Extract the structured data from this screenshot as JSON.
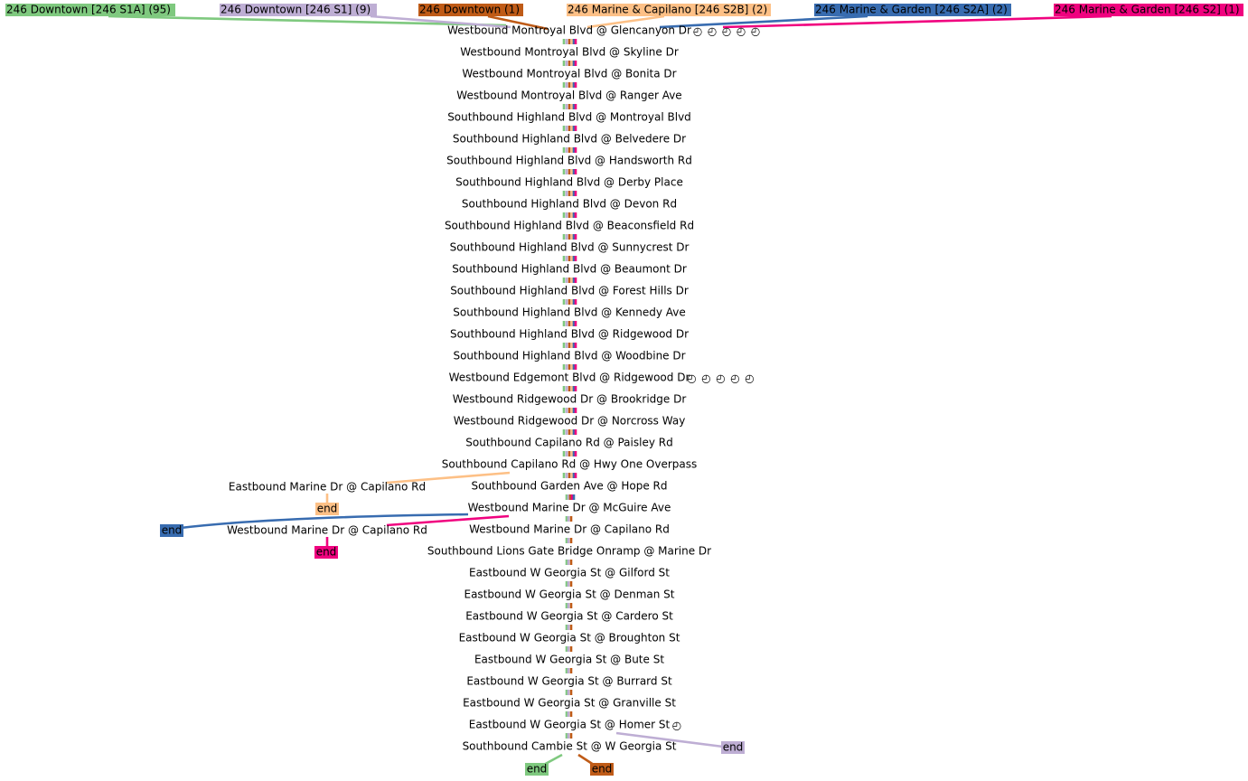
{
  "routes": [
    {
      "id": "s1a",
      "label": "246 Downtown [246 S1A] (95)",
      "color": "#7fc97f"
    },
    {
      "id": "s1",
      "label": "246 Downtown [246 S1] (9)",
      "color": "#beaed4"
    },
    {
      "id": "dt1",
      "label": "246 Downtown (1)",
      "color": "#bf5b17"
    },
    {
      "id": "s2b",
      "label": "246 Marine & Capilano [246 S2B] (2)",
      "color": "#fdc086"
    },
    {
      "id": "s2a",
      "label": "246 Marine & Garden [246 S2A] (2)",
      "color": "#386cb0"
    },
    {
      "id": "s2",
      "label": "246 Marine & Garden [246 S2] (1)",
      "color": "#f0027f"
    }
  ],
  "stops": [
    {
      "label": "Westbound Montroyal Blvd @ Glencanyon Dr",
      "timepoints": [
        "s1a",
        "s1",
        "s2b",
        "s2a",
        "s2"
      ]
    },
    {
      "label": "Westbound Montroyal Blvd @ Skyline Dr"
    },
    {
      "label": "Westbound Montroyal Blvd @ Bonita Dr"
    },
    {
      "label": "Westbound Montroyal Blvd @ Ranger Ave"
    },
    {
      "label": "Southbound Highland Blvd @ Montroyal Blvd"
    },
    {
      "label": "Southbound Highland Blvd @ Belvedere Dr"
    },
    {
      "label": "Southbound Highland Blvd @ Handsworth Rd"
    },
    {
      "label": "Southbound Highland Blvd @ Derby Place"
    },
    {
      "label": "Southbound Highland Blvd @ Devon Rd"
    },
    {
      "label": "Southbound Highland Blvd @ Beaconsfield Rd"
    },
    {
      "label": "Southbound Highland Blvd @ Sunnycrest Dr"
    },
    {
      "label": "Southbound Highland Blvd @ Beaumont Dr"
    },
    {
      "label": "Southbound Highland Blvd @ Forest Hills Dr"
    },
    {
      "label": "Southbound Highland Blvd @ Kennedy Ave"
    },
    {
      "label": "Southbound Highland Blvd @ Ridgewood Dr"
    },
    {
      "label": "Southbound Highland Blvd @ Woodbine Dr"
    },
    {
      "label": "Westbound Edgemont Blvd @ Ridgewood Dr",
      "timepoints": [
        "s1a",
        "s1",
        "s2b",
        "s2a",
        "s2"
      ]
    },
    {
      "label": "Westbound Ridgewood Dr @ Brookridge Dr"
    },
    {
      "label": "Westbound Ridgewood Dr @ Norcross Way"
    },
    {
      "label": "Southbound Capilano Rd @ Paisley Rd"
    },
    {
      "label": "Southbound Capilano Rd @ Hwy One Overpass"
    },
    {
      "label": "Southbound Garden Ave @ Hope Rd"
    },
    {
      "label": "Westbound Marine Dr @ McGuire Ave"
    },
    {
      "label": "Westbound Marine Dr @ Capilano Rd"
    },
    {
      "label": "Southbound Lions Gate Bridge Onramp @ Marine Dr"
    },
    {
      "label": "Eastbound W Georgia St @ Gilford St"
    },
    {
      "label": "Eastbound W Georgia St @ Denman St"
    },
    {
      "label": "Eastbound W Georgia St @ Cardero St"
    },
    {
      "label": "Eastbound W Georgia St @ Broughton St"
    },
    {
      "label": "Eastbound W Georgia St @ Bute St"
    },
    {
      "label": "Eastbound W Georgia St @ Burrard St"
    },
    {
      "label": "Eastbound W Georgia St @ Granville St"
    },
    {
      "label": "Eastbound W Georgia St @ Homer St",
      "timepoints": [
        "s1a"
      ]
    },
    {
      "label": "Southbound Cambie St @ W Georgia St"
    }
  ],
  "branch_stops": [
    {
      "label": "Eastbound Marine Dr @ Capilano Rd"
    },
    {
      "label": "Westbound Marine Dr @ Capilano Rd"
    }
  ],
  "end_label": "end",
  "timepoint_glyph": "◴"
}
